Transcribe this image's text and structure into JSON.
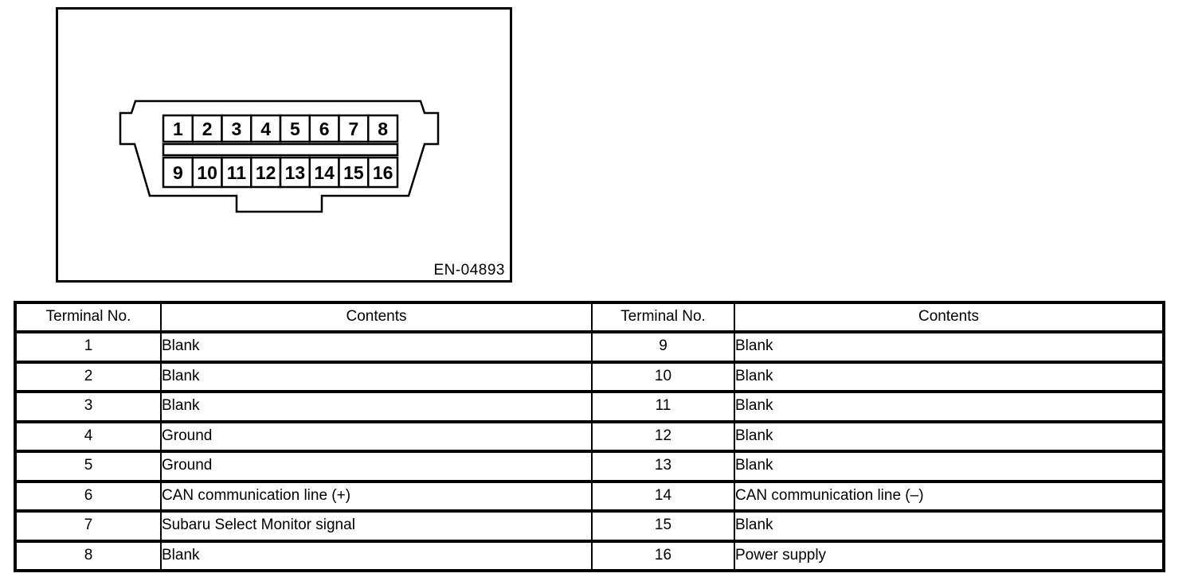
{
  "figure": {
    "label": "EN-04893",
    "pins_top_row": [
      "1",
      "2",
      "3",
      "4",
      "5",
      "6",
      "7",
      "8"
    ],
    "pins_bottom_row": [
      "9",
      "10",
      "11",
      "12",
      "13",
      "14",
      "15",
      "16"
    ]
  },
  "table": {
    "left": {
      "headers": [
        "Terminal No.",
        "Contents"
      ],
      "rows": [
        [
          "1",
          "Blank"
        ],
        [
          "2",
          "Blank"
        ],
        [
          "3",
          "Blank"
        ],
        [
          "4",
          "Ground"
        ],
        [
          "5",
          "Ground"
        ],
        [
          "6",
          "CAN communication line (+)"
        ],
        [
          "7",
          "Subaru Select Monitor signal"
        ],
        [
          "8",
          "Blank"
        ]
      ]
    },
    "right": {
      "headers": [
        "Terminal No.",
        "Contents"
      ],
      "rows": [
        [
          "9",
          "Blank"
        ],
        [
          "10",
          "Blank"
        ],
        [
          "11",
          "Blank"
        ],
        [
          "12",
          "Blank"
        ],
        [
          "13",
          "Blank"
        ],
        [
          "14",
          "CAN communication line (–)"
        ],
        [
          "15",
          "Blank"
        ],
        [
          "16",
          "Power supply"
        ]
      ]
    }
  },
  "colors": {
    "ink": "#000000",
    "background": "#ffffff"
  }
}
